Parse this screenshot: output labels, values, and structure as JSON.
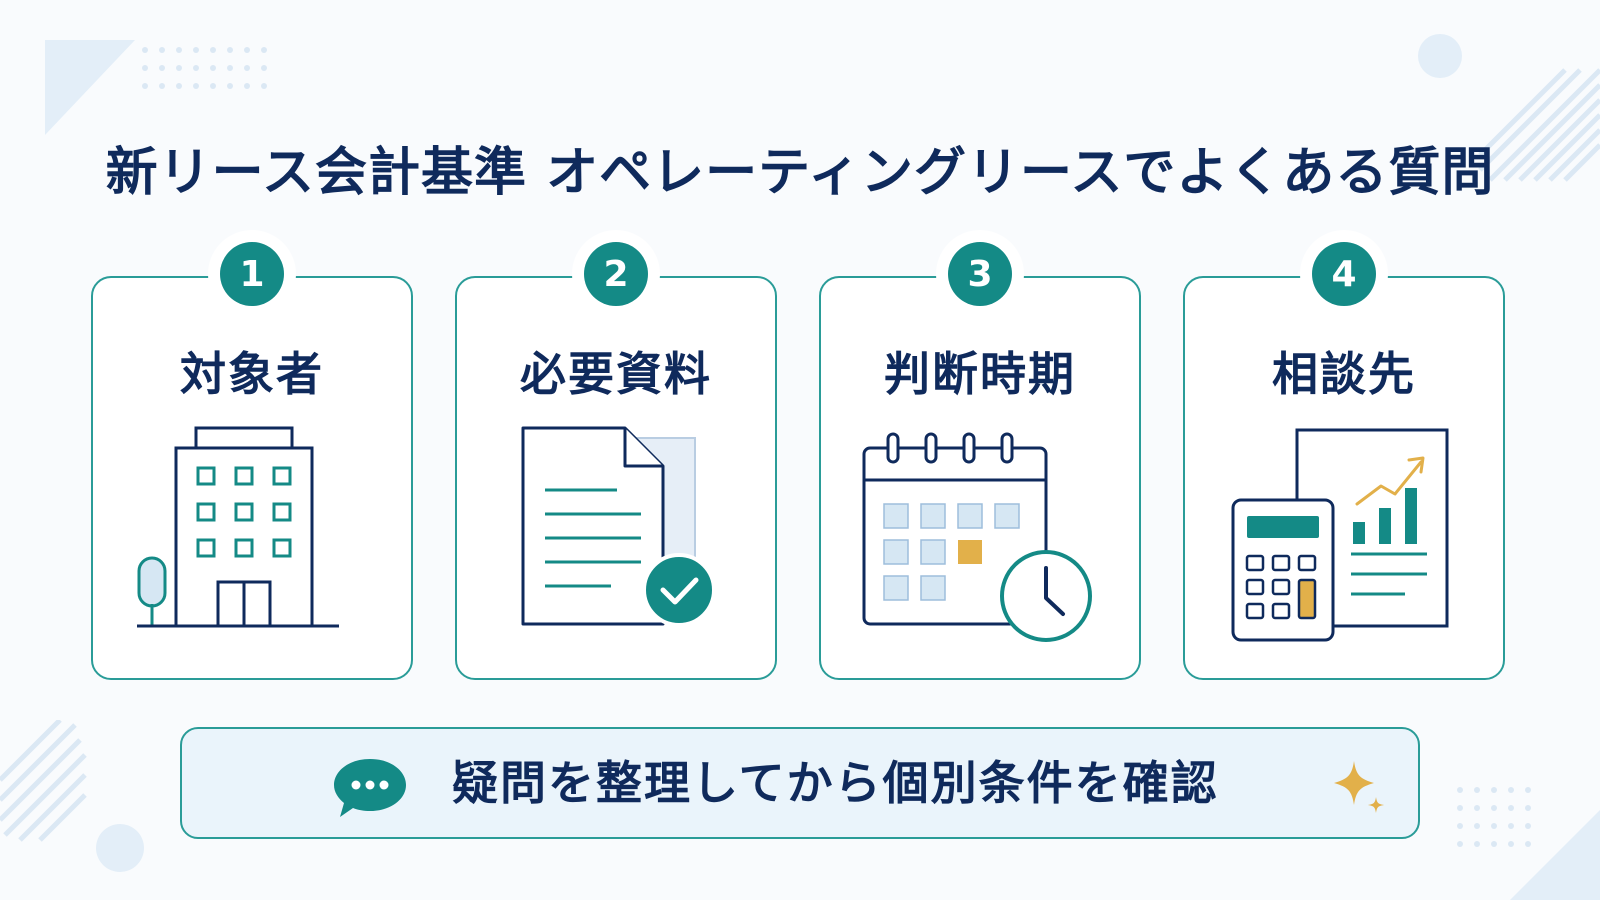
{
  "title": "新リース会計基準 オペレーティングリースでよくある質問",
  "cards": [
    {
      "number": "1",
      "label": "対象者",
      "icon": "office-building-icon"
    },
    {
      "number": "2",
      "label": "必要資料",
      "icon": "document-check-icon"
    },
    {
      "number": "3",
      "label": "判断時期",
      "icon": "calendar-clock-icon"
    },
    {
      "number": "4",
      "label": "相談先",
      "icon": "calculator-chart-icon"
    }
  ],
  "banner": {
    "text": "疑問を整理してから個別条件を確認",
    "icon": "chat-bubble-icon",
    "accent_icon": "sparkle-icon"
  },
  "colors": {
    "navy": "#0f2a5c",
    "teal": "#148a86",
    "accent_gold": "#e2b04a",
    "light_blue": "#dbe9f6",
    "background": "#f9fbfd"
  }
}
